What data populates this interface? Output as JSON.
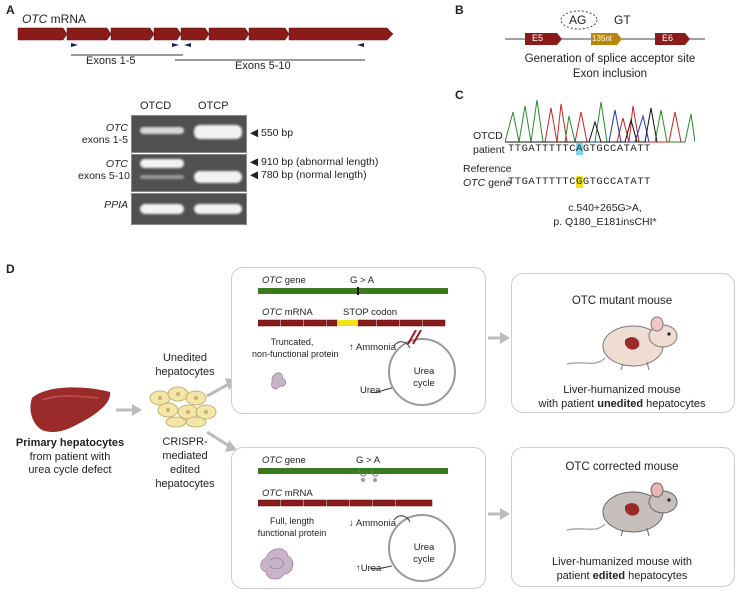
{
  "panelA": {
    "letter": "A",
    "mrna_gene": "OTC",
    "mrna_suffix": " mRNA",
    "exons_1_5": "Exons 1-5",
    "exons_5_10": "Exons 5-10",
    "gel_cols": [
      "OTCD",
      "OTCP"
    ],
    "row1_gene": "OTC",
    "row1_sub": "exons 1-5",
    "row2_gene": "OTC",
    "row2_sub": "exons 5-10",
    "row3_gene": "PPIA",
    "size_550": "550 bp",
    "size_910": "910 bp (abnormal length)",
    "size_780": "780 bp (normal length)"
  },
  "panelB": {
    "letter": "B",
    "ag": "AG",
    "gt": "GT",
    "e5": "E5",
    "e6": "E6",
    "nt": "135nt",
    "cap1": "Generation of splice acceptor site",
    "cap2": "Exon inclusion"
  },
  "panelC": {
    "letter": "C",
    "otcd": "OTCD",
    "patient": "patient",
    "seq_patient_pre": "TTGATTTTTC",
    "seq_patient_hl": "A",
    "seq_patient_post": "GTGCCATATT",
    "reference": "Reference",
    "ref_gene": "OTC",
    "ref_gene_suffix": " gene",
    "seq_ref_pre": "TTGATTTTTC",
    "seq_ref_hl": "G",
    "seq_ref_post": "GTGCCATATT",
    "mut1": "c.540+265G>A,",
    "mut2": "p. Q180_E181insCHI*"
  },
  "panelD": {
    "letter": "D",
    "liver_label_1": "Primary hepatocytes",
    "liver_label_2": "from patient with",
    "liver_label_3": "urea cycle defect",
    "unedited_1": "Unedited",
    "unedited_2": "hepatocytes",
    "crispr_1": "CRISPR-",
    "crispr_2": "mediated",
    "crispr_3": "edited",
    "crispr_4": "hepatocytes",
    "top": {
      "gene_label": "OTC",
      "gene_suffix": " gene",
      "mutation": "G > A",
      "mrna_label": "OTC",
      "mrna_suffix": " mRNA",
      "stop": "STOP codon",
      "protein_1": "Truncated,",
      "protein_2": "non-functional protein",
      "ammonia": "Ammonia",
      "ammonia_arrow": "↑",
      "urea": "Urea",
      "cycle_1": "Urea",
      "cycle_2": "cycle"
    },
    "bottom": {
      "gene_label": "OTC",
      "gene_suffix": " gene",
      "mutation": "G > A",
      "mrna_label": "OTC",
      "mrna_suffix": " mRNA",
      "protein_1": "Full, length",
      "protein_2": "functional protein",
      "ammonia": "Ammonia",
      "ammonia_arrow": "↓",
      "urea": "Urea",
      "urea_arrow": "↑",
      "cycle_1": "Urea",
      "cycle_2": "cycle"
    },
    "mutant": {
      "title": "OTC mutant mouse",
      "cap1": "Liver-humanized mouse",
      "cap2_pre": "with patient ",
      "cap2_bold": "unedited",
      "cap2_post": " hepatocytes"
    },
    "corrected": {
      "title": "OTC corrected mouse",
      "cap1": "Liver-humanized mouse with",
      "cap2_pre": "patient ",
      "cap2_bold": "edited",
      "cap2_post": " hepatocytes"
    }
  },
  "colors": {
    "exon": "#8b1a1a",
    "gene_bar": "#3a7a1e",
    "stop": "#f2e21a",
    "highlight_a": "#7fd6e8",
    "highlight_g": "#f2e21a",
    "arrow": "#bbbbbb",
    "primer": "#1a1a5e"
  }
}
